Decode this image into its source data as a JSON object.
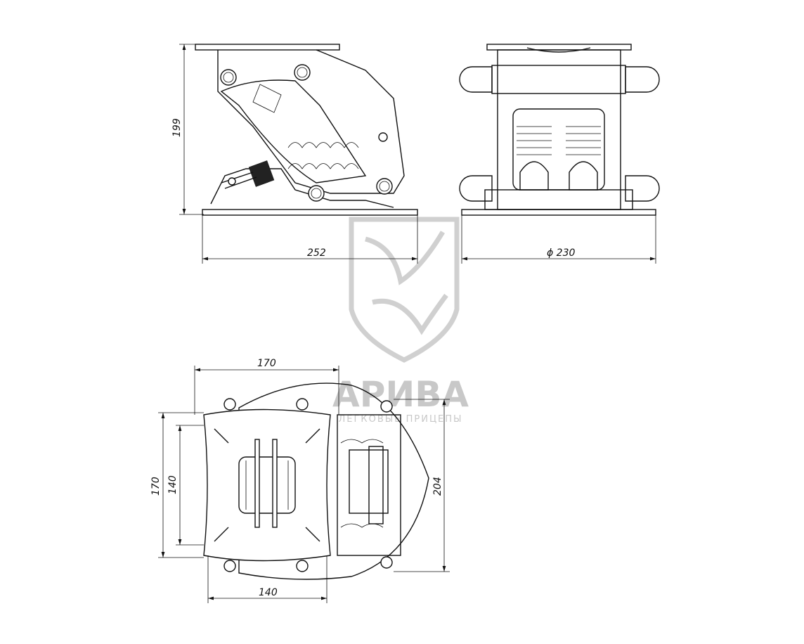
{
  "dimensions": {
    "side_height": "199",
    "side_length": "252",
    "front_diameter": "ϕ 230",
    "top_width": "170",
    "top_outer_height": "170",
    "top_inner_height": "140",
    "top_total_height": "204",
    "top_bottom_width": "140"
  },
  "watermark": {
    "brand": "АРИВА",
    "tagline": "ЛЕГКОВЫЕ ПРИЦЕПЫ"
  }
}
